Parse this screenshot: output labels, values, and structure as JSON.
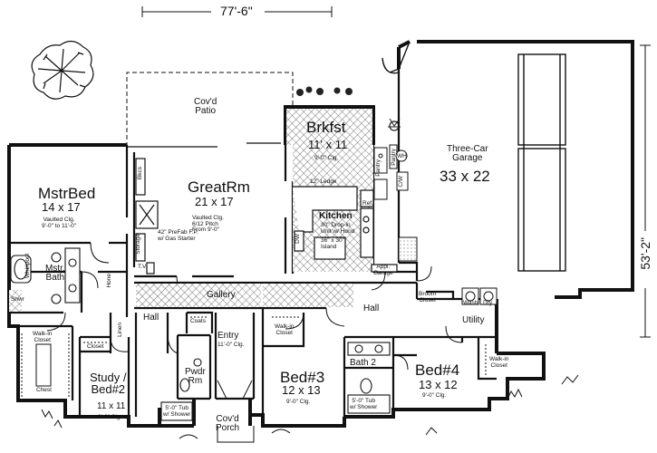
{
  "dimensions": {
    "width": "77'-6\"",
    "depth": "53'-2\""
  },
  "rooms": {
    "patio": {
      "line1": "Cov'd",
      "line2": "Patio"
    },
    "brkfst": {
      "name": "Brkfst",
      "size": "11' x 11",
      "ceiling": "9'-0\" Clg."
    },
    "garage": {
      "name": "Three-Car",
      "name2": "Garage",
      "size": "33 x 22"
    },
    "mstrbed": {
      "name": "MstrBed",
      "size": "14 x 17",
      "ceiling1": "Vaulted Clg.",
      "ceiling2": "9'-0\" to 11'-0\""
    },
    "greatrm": {
      "name": "GreatRm",
      "size": "21 x 17",
      "ceiling1": "Vaulted Clg.",
      "ceiling2": "6/12 Pitch",
      "ceiling3": "From 9'-0\""
    },
    "kitchen": {
      "name": "Kitchen",
      "note1": "30\" Drop-in",
      "note2": "Unit w/ Hood",
      "note3": "36\" x 30\"",
      "note4": "Island"
    },
    "mstrbath": {
      "name": "Mstr.",
      "name2": "Bath"
    },
    "gallery": {
      "name": "Gallery"
    },
    "hall_left": {
      "name": "Hall"
    },
    "hall_right": {
      "name": "Hall"
    },
    "utility": {
      "name": "Utility"
    },
    "entry": {
      "name": "Entry",
      "ceiling": "11'-0\" Clg."
    },
    "study": {
      "name": "Study /",
      "name2": "Bed#2",
      "size": "11 x 11",
      "ceiling": "9'-0\" Clg."
    },
    "pwdr": {
      "name": "Pwdr",
      "name2": "Rm"
    },
    "porch": {
      "line1": "Cov'd",
      "line2": "Porch"
    },
    "bed3": {
      "name": "Bed#3",
      "size": "12 x 13",
      "ceiling": "9'-0\" Clg."
    },
    "bath2": {
      "name": "Bath 2"
    },
    "bed4": {
      "name": "Bed#4",
      "size": "13 x 12",
      "ceiling": "9'-0\" Clg."
    }
  },
  "notes": {
    "fireplace1": "42\" PreFab F.P.",
    "fireplace2": "w/ Gas Starter",
    "ledge": "12\" Ledge",
    "tv": "T.V.",
    "bkcs": "Bkcs",
    "storage": "Storage",
    "pantry": "Pantry",
    "pantry2": "Pantry",
    "ref": "Ref.",
    "dw": "DW",
    "appl": "Appl.",
    "garage_stor": "Garage",
    "broom": "Broom",
    "closet": "Closet",
    "wash": "Wash",
    "dry": "Dry",
    "coats": "Coats",
    "linen": "Linen",
    "whirlpool": "Whirlpool",
    "hone": "Hone",
    "walkin_mstr1": "Walk-in",
    "walkin_mstr2": "Closet",
    "chest": "Chest",
    "closet_study": "Closet",
    "walkin_bed3a": "Walk-in",
    "walkin_bed3b": "Closet",
    "walkin_bed4a": "Walk-in",
    "walkin_bed4b": "Closet",
    "tub1": "5'-0\" Tub",
    "tub2": "w/ Shower",
    "tub3": "5'-0\" Tub",
    "tub4": "w/ Shower",
    "wh": "WH",
    "cw": "C/W",
    "shower": "Shwr"
  },
  "colors": {
    "line": "#111111",
    "hatch": "#555555",
    "paper": "#ffffff"
  }
}
